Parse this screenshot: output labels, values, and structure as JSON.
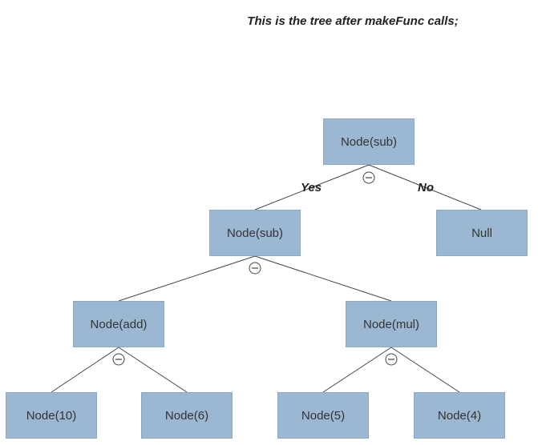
{
  "caption": "This is the tree after makeFunc calls;",
  "nodes": {
    "root": "Node(sub)",
    "left": "Node(sub)",
    "right": "Null",
    "left_left": "Node(add)",
    "left_right": "Node(mul)",
    "add_left": "Node(10)",
    "add_right": "Node(6)",
    "mul_left": "Node(5)",
    "mul_right": "Node(4)"
  },
  "edge_labels": {
    "yes": "Yes",
    "no": "No"
  },
  "colors": {
    "node_fill": "#9bb7d1",
    "edge": "#444444"
  }
}
